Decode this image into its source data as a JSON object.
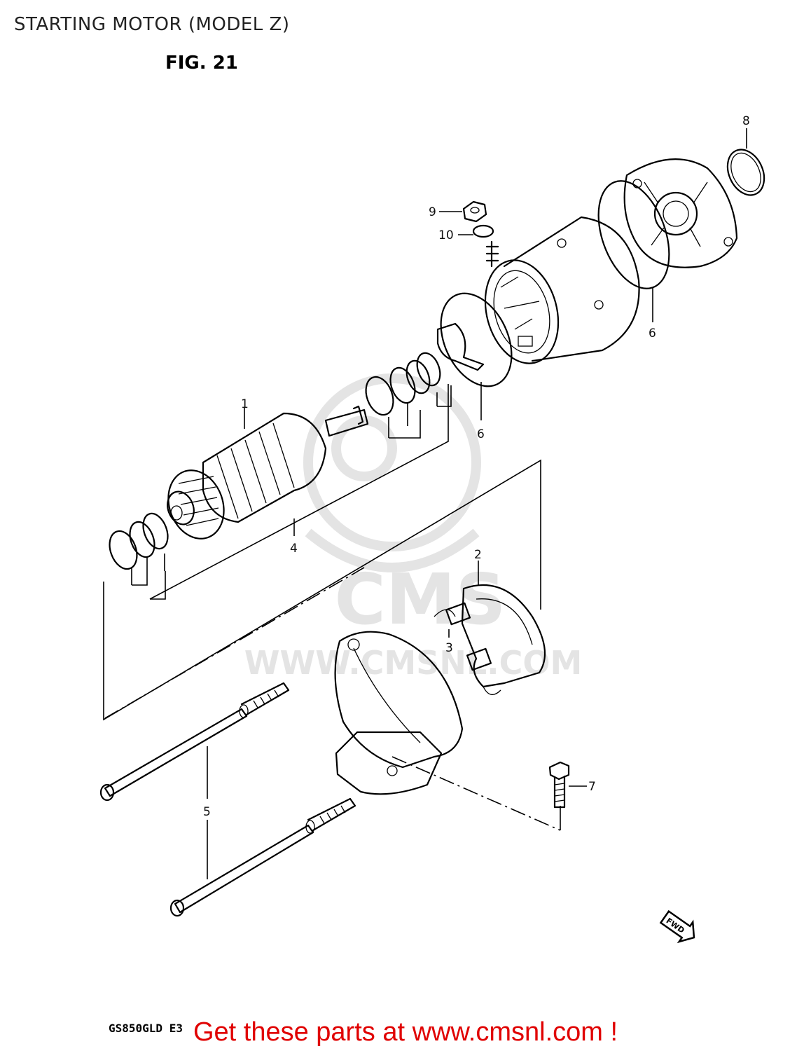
{
  "page": {
    "title": "STARTING MOTOR (MODEL Z)"
  },
  "figure": {
    "label": "FIG. 21",
    "model_code": "GS850GLD E3"
  },
  "watermark": {
    "brand": "CMS",
    "url": "WWW.CMSNL.COM"
  },
  "callouts": {
    "c1": "1",
    "c2": "2",
    "c3": "3",
    "c4": "4",
    "c5": "5",
    "c6a": "6",
    "c6b": "6",
    "c7": "7",
    "c8": "8",
    "c9": "9",
    "c10": "10"
  },
  "direction_badge": "FWD",
  "footer": {
    "cta": "Get these parts at www.cmsnl.com !"
  },
  "colors": {
    "line": "#000000",
    "watermark": "#e4e4e4",
    "cta": "#e00000"
  }
}
